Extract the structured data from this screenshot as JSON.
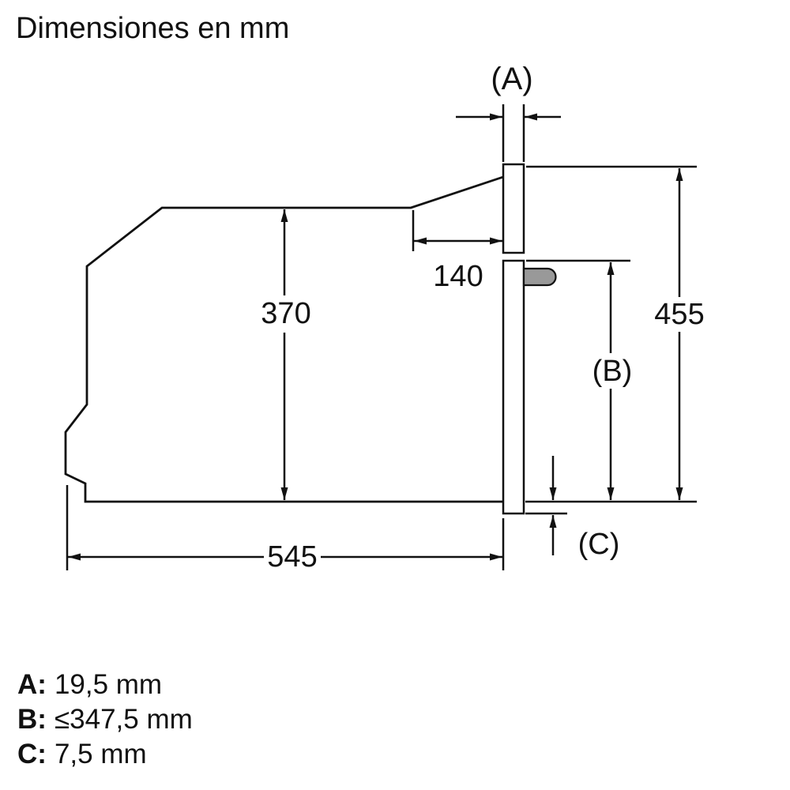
{
  "title": "Dimensiones en mm",
  "diagram": {
    "dim_a_label": "(A)",
    "dim_b_label": "(B)",
    "dim_c_label": "(C)",
    "dim_top_recess_depth": "140",
    "dim_body_height": "370",
    "dim_total_height": "455",
    "dim_body_depth": "545"
  },
  "legend": [
    {
      "key": "A:",
      "value": "19,5 mm"
    },
    {
      "key": "B:",
      "value": "≤347,5 mm"
    },
    {
      "key": "C:",
      "value": "7,5 mm"
    }
  ],
  "colors": {
    "line": "#111111",
    "text": "#111111",
    "handle_fill": "#999999",
    "background": "#ffffff"
  }
}
